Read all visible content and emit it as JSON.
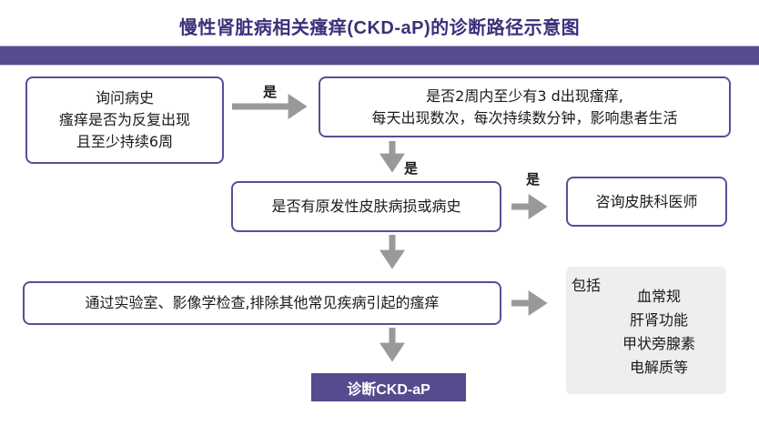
{
  "title": "慢性肾脏病相关瘙痒(CKD-aP)的诊断路径示意图",
  "colors": {
    "accent": "#574a8e",
    "box_border": "#5a4d96",
    "arrow": "#999999",
    "note_bg": "#eeeeee"
  },
  "nodes": {
    "history": {
      "lines": [
        "询问病史",
        "瘙痒是否为反复出现",
        "且至少持续6周"
      ]
    },
    "frequency": {
      "lines": [
        "是否2周内至少有3 d出现瘙痒,",
        "每天出现数次，每次持续数分钟，影响患者生活"
      ]
    },
    "skin": {
      "lines": [
        "是否有原发性皮肤病损或病史"
      ]
    },
    "derm": {
      "lines": [
        "咨询皮肤科医师"
      ]
    },
    "exclude": {
      "lines": [
        "通过实验室、影像学检查,排除其他常见疾病引起的瘙痒"
      ]
    },
    "diagnosis": {
      "label": "诊断CKD-aP"
    }
  },
  "notes": {
    "heading": "包括",
    "items": [
      "血常规",
      "肝肾功能",
      "甲状旁腺素",
      "电解质等"
    ]
  },
  "edges": [
    {
      "from": "history",
      "to": "frequency",
      "label": "是"
    },
    {
      "from": "frequency",
      "to": "skin",
      "label": "是"
    },
    {
      "from": "skin",
      "to": "derm",
      "label": "是"
    },
    {
      "from": "skin",
      "to": "exclude",
      "label": ""
    },
    {
      "from": "exclude",
      "to": "notes",
      "label": ""
    },
    {
      "from": "exclude",
      "to": "diagnosis",
      "label": ""
    }
  ]
}
